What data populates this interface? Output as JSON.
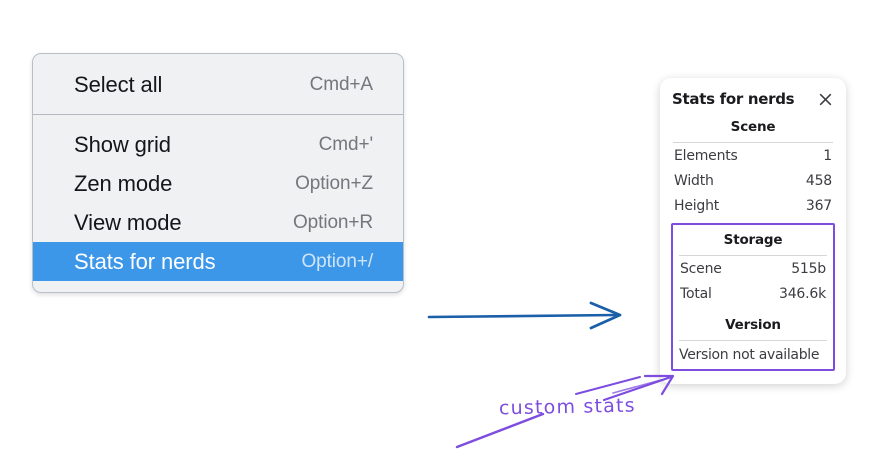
{
  "context_menu": {
    "name": "canvas-context-menu",
    "groups": [
      {
        "items": [
          {
            "label": "Select all",
            "shortcut": "Cmd+A",
            "selected": false,
            "name": "menu-item-select-all"
          }
        ]
      },
      {
        "items": [
          {
            "label": "Show grid",
            "shortcut": "Cmd+'",
            "selected": false,
            "name": "menu-item-show-grid"
          },
          {
            "label": "Zen mode",
            "shortcut": "Option+Z",
            "selected": false,
            "name": "menu-item-zen-mode"
          },
          {
            "label": "View mode",
            "shortcut": "Option+R",
            "selected": false,
            "name": "menu-item-view-mode"
          },
          {
            "label": "Stats for nerds",
            "shortcut": "Option+/",
            "selected": true,
            "name": "menu-item-stats-for-nerds"
          }
        ]
      }
    ],
    "highlight_color": "#3d97e8",
    "background_color": "#f0f1f3"
  },
  "stats_panel": {
    "title": "Stats for nerds",
    "close_icon": "close-icon",
    "scene": {
      "heading": "Scene",
      "rows": [
        {
          "key": "Elements",
          "value": "1"
        },
        {
          "key": "Width",
          "value": "458"
        },
        {
          "key": "Height",
          "value": "367"
        }
      ]
    },
    "storage": {
      "heading": "Storage",
      "rows": [
        {
          "key": "Scene",
          "value": "515b"
        },
        {
          "key": "Total",
          "value": "346.6k"
        }
      ]
    },
    "version": {
      "heading": "Version",
      "text": "Version not available"
    },
    "custom_box_color": "#7c4dde"
  },
  "annotations": {
    "blue_arrow": {
      "name": "blue-pointer-arrow",
      "color": "#1b5fa8"
    },
    "purple_arrow": {
      "name": "purple-pointer-arrow",
      "color": "#7c4dde"
    },
    "label": "custom stats",
    "label_color": "#7c4dde"
  }
}
